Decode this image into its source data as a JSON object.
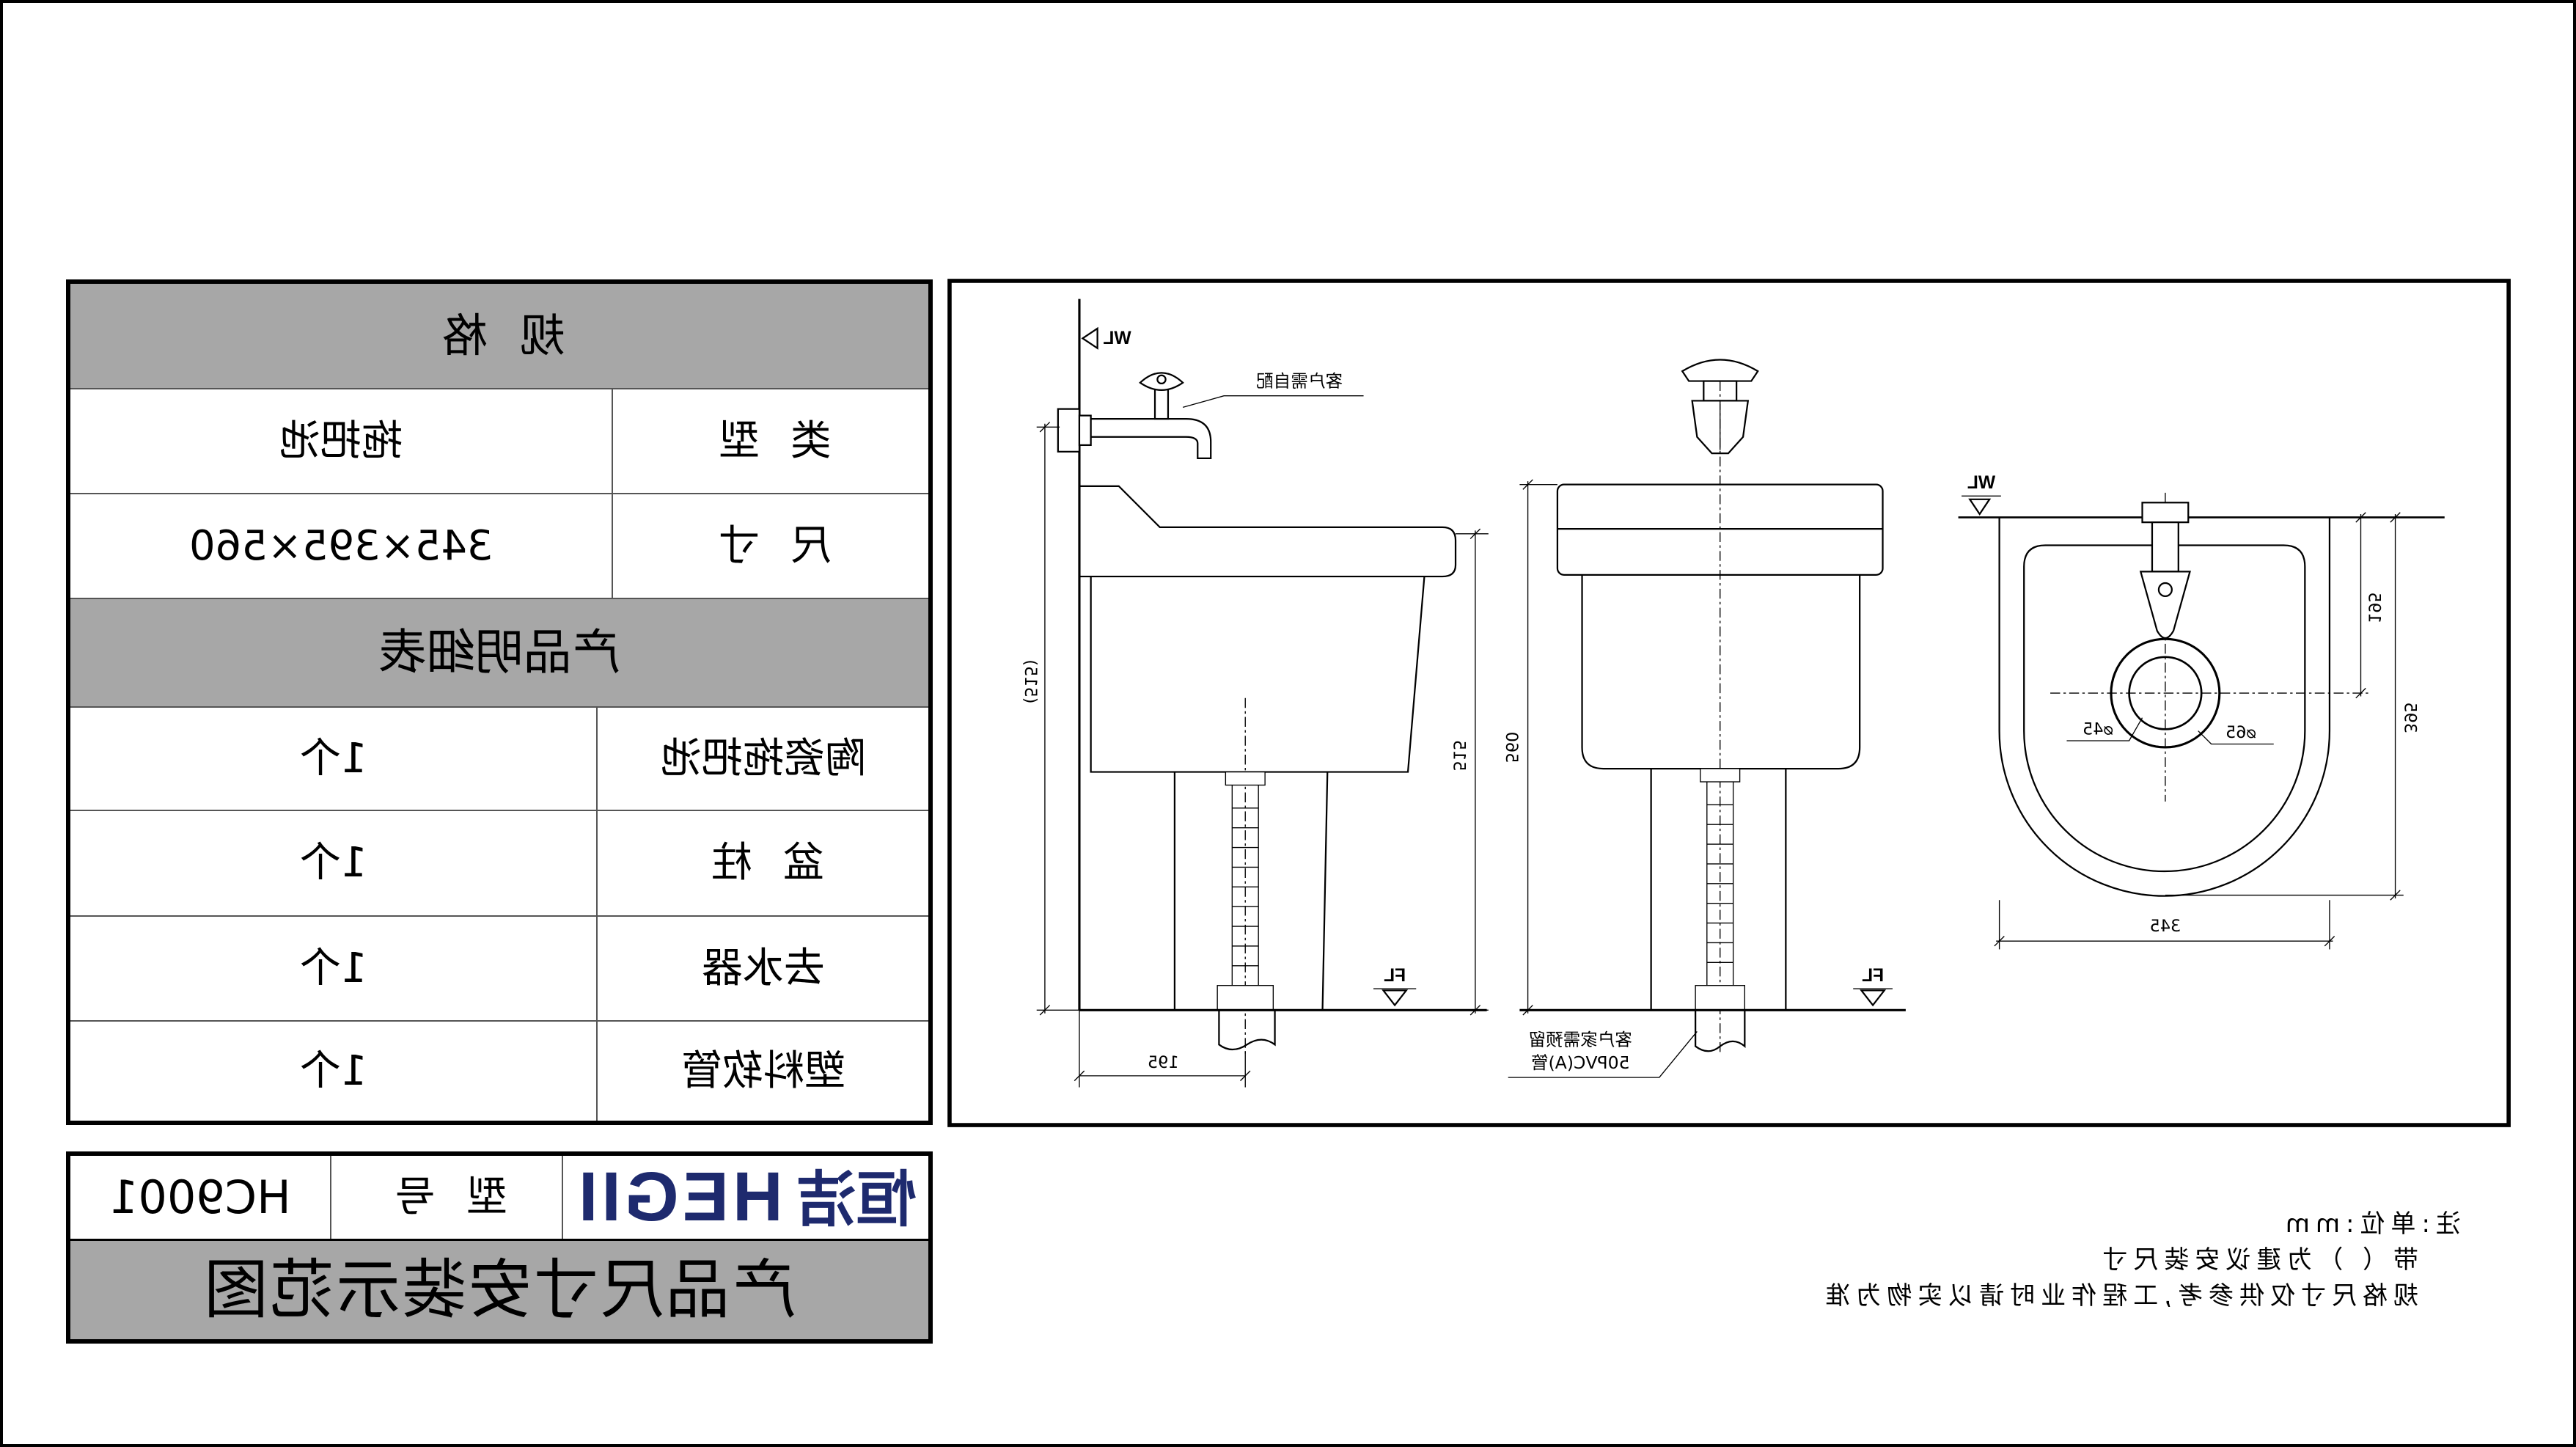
{
  "spec_table": {
    "title": "规 格",
    "rows": [
      {
        "label": "类 型",
        "value": "拖把池"
      },
      {
        "label": "尺 寸",
        "value": "345×395×560"
      }
    ]
  },
  "detail_table": {
    "title": "产品明细表",
    "rows": [
      {
        "item": "陶瓷拖把池",
        "qty": "1个"
      },
      {
        "item": "盆 柱",
        "qty": "1个"
      },
      {
        "item": "去水器",
        "qty": "1个"
      },
      {
        "item": "塑料软管",
        "qty": "1个"
      }
    ]
  },
  "title_block": {
    "brand_cn": "恒洁",
    "brand_en": "HEGII",
    "model_label": "型 号",
    "model": "HC9001",
    "drawing_title": "产品尺寸安装示范图"
  },
  "notes": [
    "注:单位:mm",
    "带（ ）为建议安装尺寸",
    "规格尺寸仅供参考,工程作业时请以实物为准"
  ],
  "drawing": {
    "side_view": {
      "wl": "WL",
      "fl": "FL",
      "faucet_note": "客户需自配",
      "faucet_height": "(515)",
      "rim_height": "515",
      "drain_offset": "195"
    },
    "front_view": {
      "fl": "FL",
      "total_height": "560",
      "drain_note_line1": "客户家需预留",
      "drain_note_line2": "50PVC(A)管"
    },
    "plan_view": {
      "wl": "WL",
      "inner_drain_dia": "⌀45",
      "outer_drain_dia": "⌀65",
      "drain_from_wall": "195",
      "depth": "395",
      "width": "345"
    }
  },
  "colors": {
    "header_bg": "#a7a7a7",
    "logo": "#1e2a6e",
    "line": "#000000"
  }
}
